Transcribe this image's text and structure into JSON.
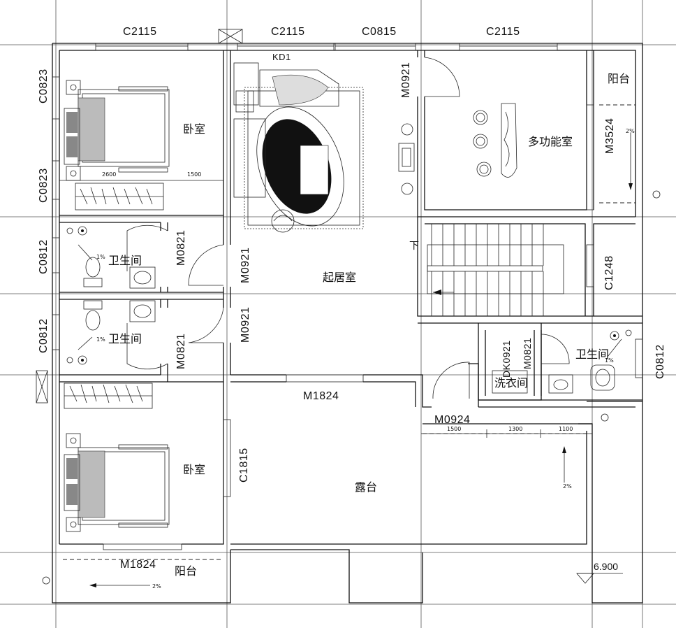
{
  "rooms": {
    "bedroom_top": "卧室",
    "bedroom_bottom": "卧室",
    "bathroom_1": "卫生间",
    "bathroom_2": "卫生间",
    "bathroom_3": "卫生间",
    "living_room": "起居室",
    "multi_function": "多功能室",
    "balcony_top_right": "阳台",
    "balcony_bottom": "阳台",
    "terrace": "露台",
    "laundry": "洗衣间"
  },
  "openings": {
    "top_c2115_left": "C2115",
    "top_c2115_mid": "C2115",
    "top_c0815": "C0815",
    "top_c2115_right": "C2115",
    "left_c0823_a": "C0823",
    "left_c0823_b": "C0823",
    "left_c0812_a": "C0812",
    "left_c0812_b": "C0812",
    "m0821_a": "M0821",
    "m0821_b": "M0821",
    "m0921_a": "M0921",
    "m0921_b": "M0921",
    "m0921_top": "M0921",
    "m3524": "M3524",
    "c1248": "C1248",
    "dk0921": "DK0921",
    "m0821_c": "M0821",
    "c0812_right": "C0812",
    "m1824_mid": "M1824",
    "m0924": "M0924",
    "c1815": "C1815",
    "m1824_bottom": "M1824",
    "kd1": "KD1"
  },
  "annotations": {
    "down": "下",
    "level": "6.900",
    "slope": "2%",
    "slope_bath": "1%"
  },
  "dimensions": {
    "dim_2600": "2600",
    "dim_1500_a": "1500",
    "dim_1500_b": "1500",
    "dim_1300": "1300",
    "dim_1100": "1100"
  }
}
